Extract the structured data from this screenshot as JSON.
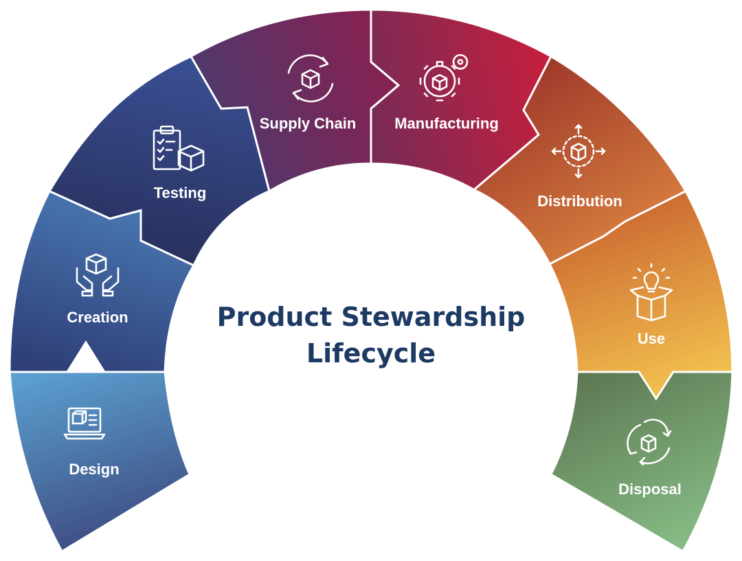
{
  "title": {
    "line1": "Product Stewardship",
    "line2": "Lifecycle"
  },
  "stages": [
    {
      "label": "Design",
      "icon": "laptop-box-icon",
      "color_a": "#5ca3d3",
      "color_b": "#3f4f85"
    },
    {
      "label": "Creation",
      "icon": "hands-box-icon",
      "color_a": "#4a7ab4",
      "color_b": "#2f3f78"
    },
    {
      "label": "Testing",
      "icon": "clipboard-box-icon",
      "color_a": "#3a4f94",
      "color_b": "#272f5a"
    },
    {
      "label": "Supply Chain",
      "icon": "cycle-box-icon",
      "color_a": "#4a3a6e",
      "color_b": "#8a2050"
    },
    {
      "label": "Manufacturing",
      "icon": "gears-box-icon",
      "color_a": "#7a2a56",
      "color_b": "#c71f3c"
    },
    {
      "label": "Distribution",
      "icon": "box-arrows-icon",
      "color_a": "#9a3329",
      "color_b": "#de8640"
    },
    {
      "label": "Use",
      "icon": "box-lightbulb-icon",
      "color_a": "#c8602e",
      "color_b": "#f3c24f"
    },
    {
      "label": "Disposal",
      "icon": "recycle-box-icon",
      "color_a": "#5e7853",
      "color_b": "#86bd86"
    }
  ]
}
